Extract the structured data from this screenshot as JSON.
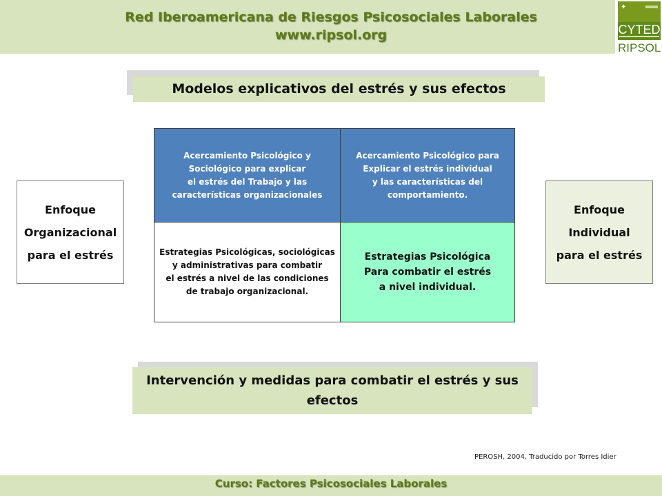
{
  "header": {
    "line1": "Red Iberoamericana de Riesgos Psicosociales Laborales",
    "line2": "www.ripsol.org"
  },
  "logo": {
    "cyted": "CYTED",
    "ripsol": "RIPSOL"
  },
  "top_title": "Modelos explicativos del estrés y sus efectos",
  "left_box": {
    "lines": [
      "Enfoque",
      "Organizacional",
      "para el estrés"
    ]
  },
  "right_box": {
    "lines": [
      "Enfoque",
      "Individual",
      "para el estrés"
    ]
  },
  "matrix": {
    "top_left": [
      "Acercamiento Psicológico y",
      "Sociológico para explicar",
      "el estrés del Trabajo y las",
      "características organizacionales"
    ],
    "top_right": [
      "Acercamiento Psicológico para",
      "Explicar el estrés individual",
      "y las características del",
      "comportamiento."
    ],
    "bottom_left": [
      "Estrategias Psicológicas, sociológicas",
      "y administrativas para combatir",
      "el estrés a nivel de las condiciones",
      "de trabajo organizacional."
    ],
    "bottom_right": [
      "Estrategias Psicológica",
      "Para combatir el estrés",
      "a nivel individual."
    ]
  },
  "bottom_title": {
    "line1": "Intervención y medidas para combatir el estrés y sus",
    "line2": "efectos"
  },
  "credit": "PEROSH, 2004, Traducido por Torres Idier",
  "footer": "Curso: Factores Psicosociales Laborales",
  "colors": {
    "band_green": "#d7e4bd",
    "header_text": "#5c7a17",
    "cell_blue": "#4f81bd",
    "cell_mint": "#99ffcc",
    "right_box_bg": "#ebf1de"
  }
}
